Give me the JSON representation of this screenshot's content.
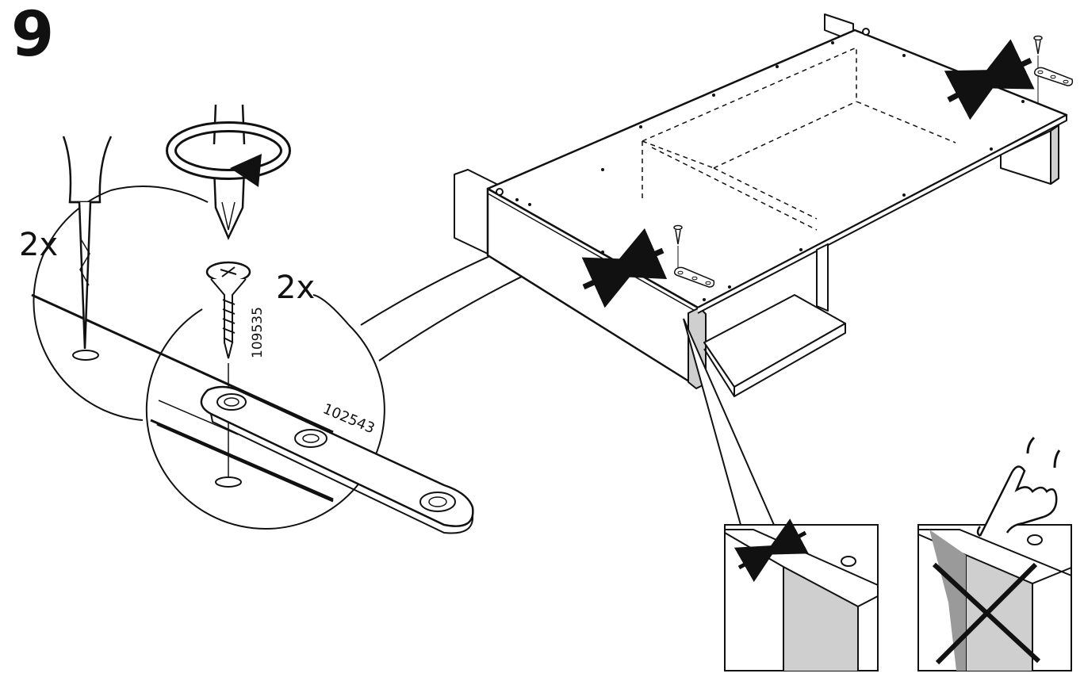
{
  "step_number": "9",
  "quantity_left": "2x",
  "quantity_center": "2x",
  "screw_part_number": "109535",
  "bracket_part_number": "102543",
  "colors": {
    "ink": "#111111",
    "panel_gray": "#cfcfcf",
    "paper": "#ffffff"
  },
  "icons": [
    "clockwise-rotation-icon",
    "screwdriver-icon",
    "awl-icon",
    "pointing-hand-icon",
    "cross-out-icon"
  ]
}
